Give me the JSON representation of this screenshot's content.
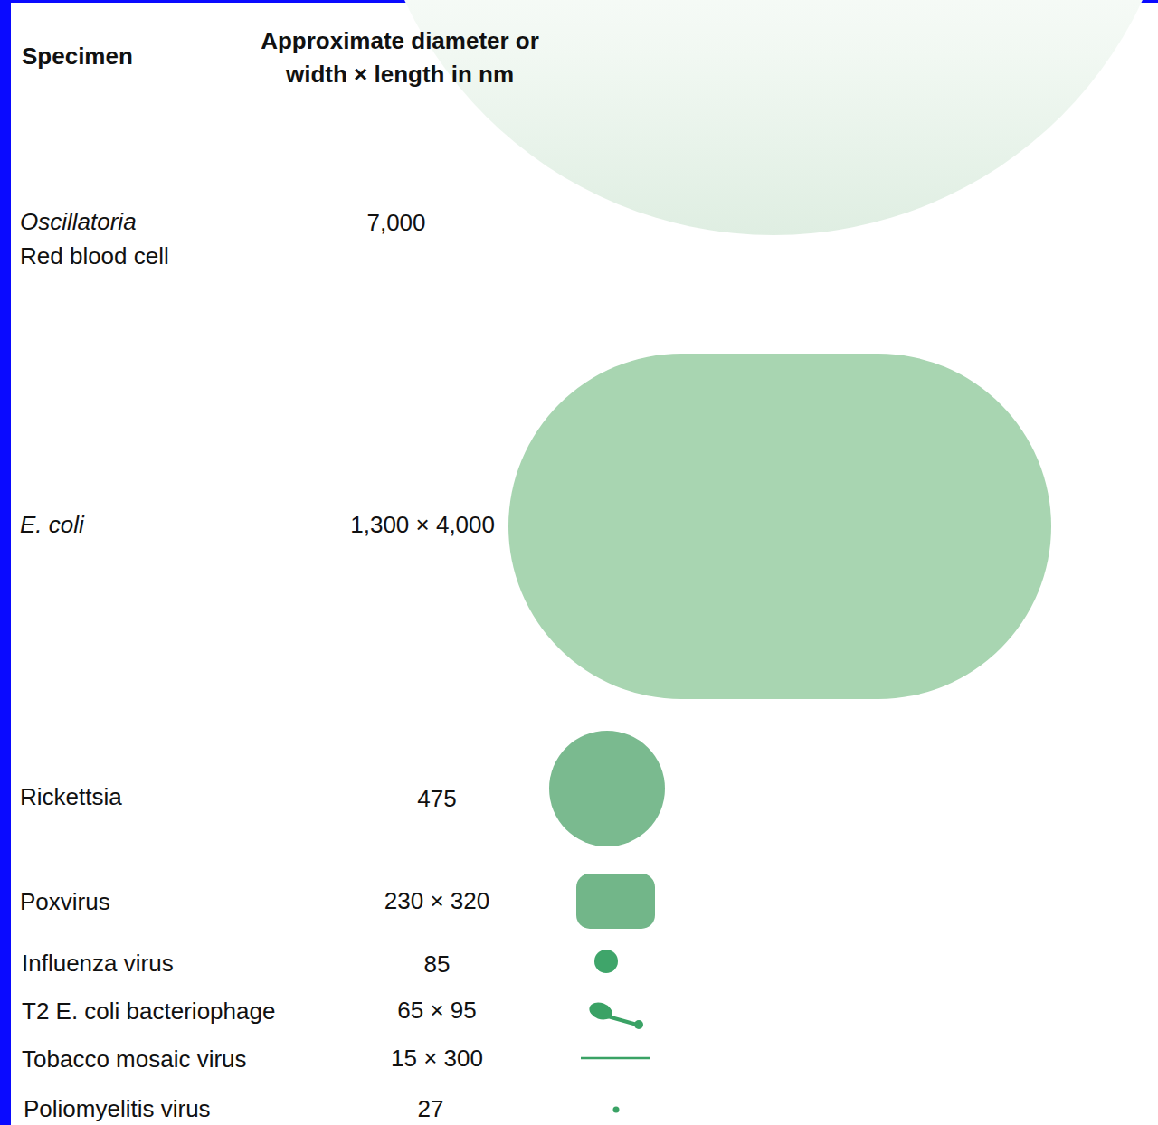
{
  "diagram": {
    "labels": [
      "Specimen",
      "Approximate diameter or width × length in nm",
      "Oscillatoria",
      "7,000",
      "Red blood cell",
      "E. coli",
      "1,300 × 4,000",
      "Rickettsia",
      "475",
      "Poxvirus",
      "230 × 320",
      "Influenza virus",
      "85",
      "T2 E. coli bacteriophage",
      "65 × 95",
      "Tobacco mosaic virus",
      "15 × 300",
      "Poliomyelitis virus",
      "27"
    ]
  }
}
